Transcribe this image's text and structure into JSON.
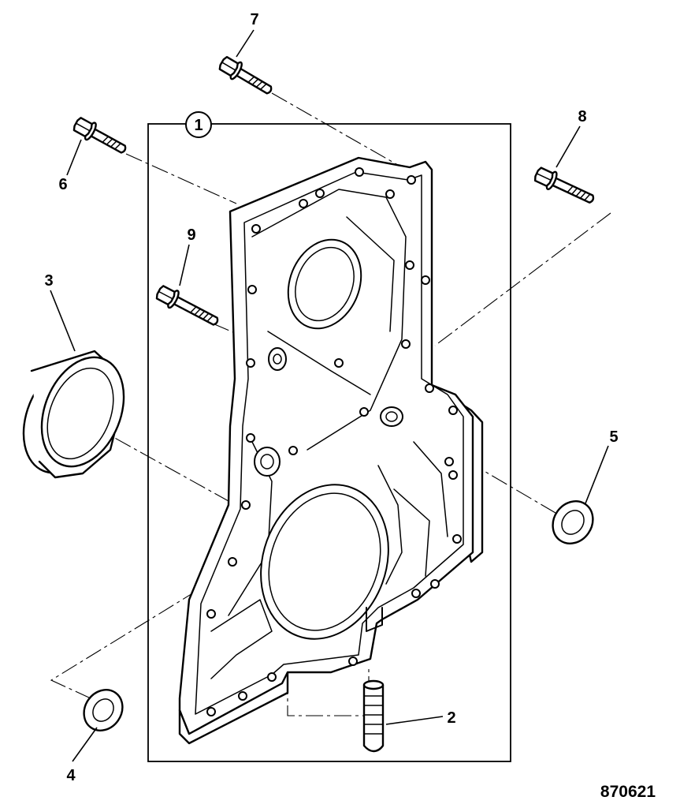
{
  "callouts": [
    {
      "number": "1",
      "part": "cover-assembly"
    },
    {
      "number": "2",
      "part": "stud"
    },
    {
      "number": "3",
      "part": "crankshaft-seal"
    },
    {
      "number": "4",
      "part": "washer-seal-lower"
    },
    {
      "number": "5",
      "part": "washer-seal-right"
    },
    {
      "number": "6",
      "part": "bolt-upper-left"
    },
    {
      "number": "7",
      "part": "bolt-top"
    },
    {
      "number": "8",
      "part": "bolt-right"
    },
    {
      "number": "9",
      "part": "bolt-center"
    }
  ],
  "drawing_reference": "870621",
  "colors": {
    "line": "#000000",
    "background": "#ffffff"
  }
}
